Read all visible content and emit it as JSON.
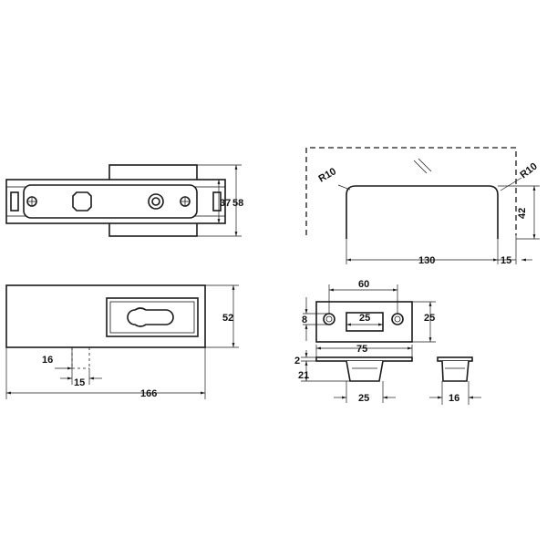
{
  "dimensions": {
    "d37": "37",
    "d58": "58",
    "d52": "52",
    "d16a": "16",
    "d15a": "15",
    "d166": "166",
    "r10_left": "R10",
    "r10_right": "R10",
    "d42": "42",
    "d130": "130",
    "d15b": "15",
    "d60": "60",
    "d8": "8",
    "d25a": "25",
    "d25b": "25",
    "d2": "2",
    "d75": "75",
    "d21": "21",
    "d25c": "25",
    "d16b": "16"
  },
  "colors": {
    "line": "#1a1a1a",
    "background": "#ffffff"
  }
}
